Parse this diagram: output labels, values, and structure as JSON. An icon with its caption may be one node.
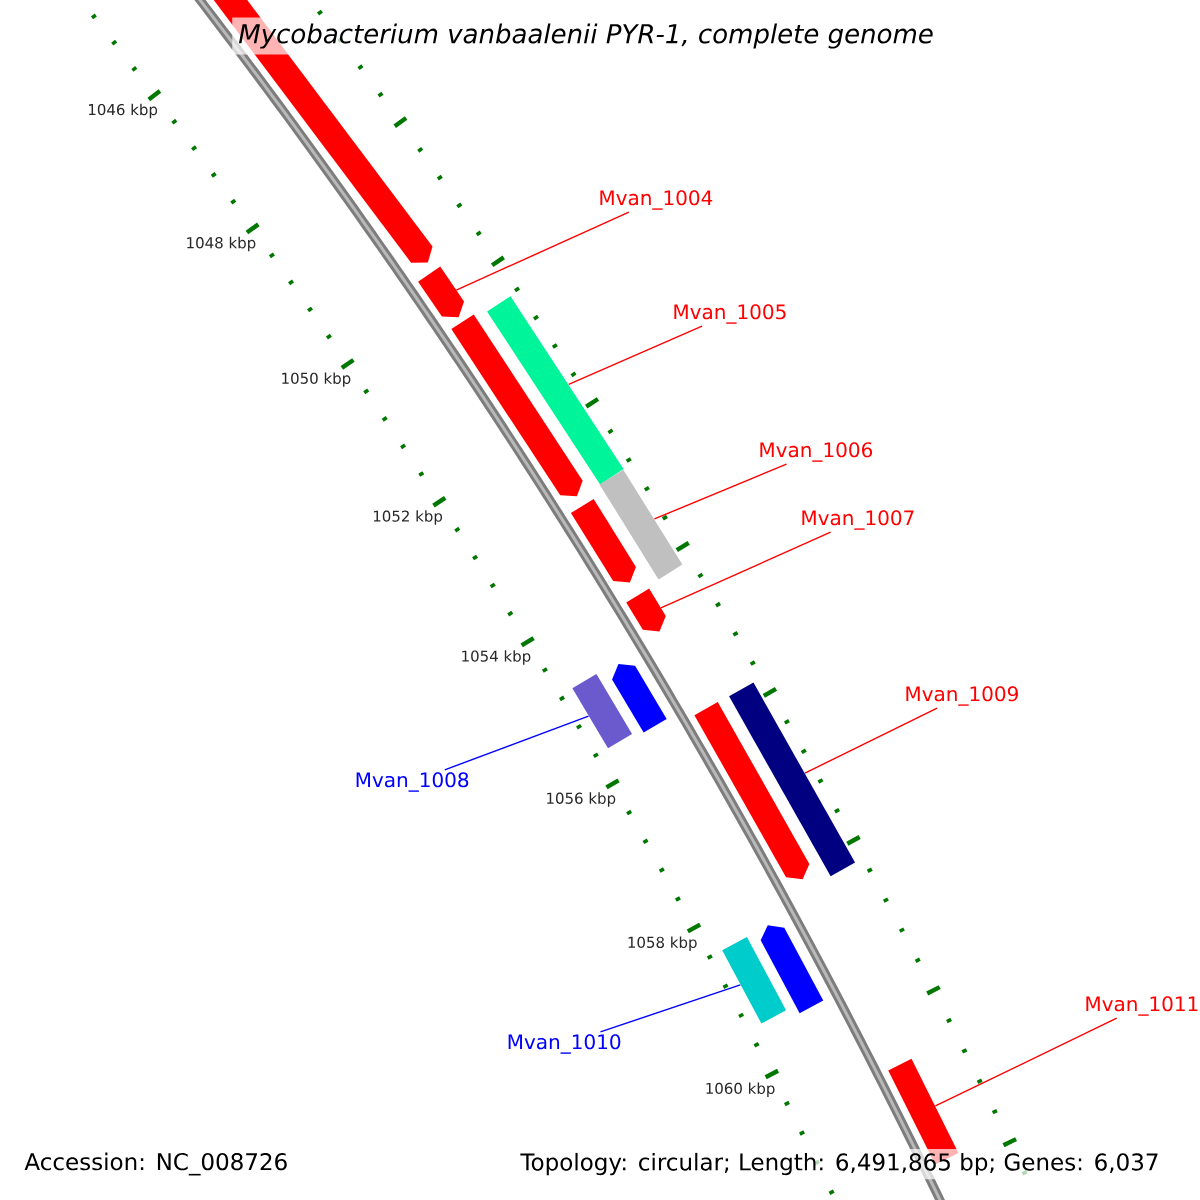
{
  "diagram": {
    "title": "Mycobacterium vanbaalenii PYR-1, complete genome",
    "nodes": [
      {
        "text": [],
        "shape": "arrow"
      },
      {
        "text": [
          "Mvan_1004"
        ]
      },
      {
        "text": [],
        "shape": "arrow"
      },
      {
        "text": [],
        "shape": "bar"
      },
      {
        "text": [
          "Mvan_1005"
        ]
      },
      {
        "text": [],
        "shape": "arrow"
      },
      {
        "text": [
          "Mvan_1006"
        ]
      },
      {
        "text": [],
        "shape": "bar"
      },
      {
        "text": [],
        "shape": "arrow"
      },
      {
        "text": [
          "Mvan_1007"
        ]
      },
      {
        "text": [],
        "shape": "arrow"
      },
      {
        "text": [],
        "shape": "arrow"
      },
      {
        "text": [],
        "shape": "bar"
      },
      {
        "text": [],
        "shape": "bar"
      },
      {
        "text": [],
        "shape": "arrow"
      },
      {
        "text": [
          "Mvan_1009"
        ]
      },
      {
        "text": [
          "Mvan_1008"
        ]
      },
      {
        "text": [],
        "shape": "arrow"
      },
      {
        "text": [],
        "shape": "bar"
      },
      {
        "text": [
          "Mvan_1011"
        ]
      },
      {
        "text": [
          "Mvan_1010"
        ]
      },
      {
        "text": [],
        "shape": "bar"
      }
    ],
    "edges": [
      {
        "from": 1,
        "to": 2,
        "arrow": "none"
      },
      {
        "from": 4,
        "to": 3,
        "arrow": "none"
      },
      {
        "from": 6,
        "to": 7,
        "arrow": "none"
      },
      {
        "from": 9,
        "to": 10,
        "arrow": "none"
      },
      {
        "from": 15,
        "to": 13,
        "arrow": "none"
      },
      {
        "from": 16,
        "to": 12,
        "arrow": "none",
        "color": "#0000ff"
      },
      {
        "from": 19,
        "to": 21,
        "arrow": "none"
      },
      {
        "from": 20,
        "to": 18,
        "arrow": "none",
        "color": "#0000ff"
      }
    ],
    "labels": [
      "1046 kbp",
      "1048 kbp",
      "1050 kbp",
      "1052 kbp",
      "1054 kbp",
      "1056 kbp",
      "1058 kbp",
      "1060 kbp",
      "Accession: NC_008726",
      "Topology: circular; Length: 6,491,865 bp; Genes: 6,037"
    ]
  }
}
